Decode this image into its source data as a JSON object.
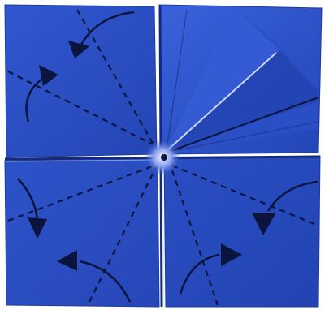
{
  "scene": {
    "subject": "origami",
    "paper_color": "#2f52c8",
    "paper_shadow_color": "#1f3a99",
    "paper_highlight_color": "#5b78e0",
    "background_color": "#ffffff",
    "line_color": "#0a143d",
    "quadrants": [
      {
        "name": "top-left",
        "fold_lines": 2,
        "arrows": 2
      },
      {
        "name": "top-right",
        "fold_lines": 3,
        "arrows": 0,
        "folded_flap": true
      },
      {
        "name": "bottom-left",
        "fold_lines": 2,
        "arrows": 2
      },
      {
        "name": "bottom-right",
        "fold_lines": 2,
        "arrows": 2
      }
    ]
  }
}
